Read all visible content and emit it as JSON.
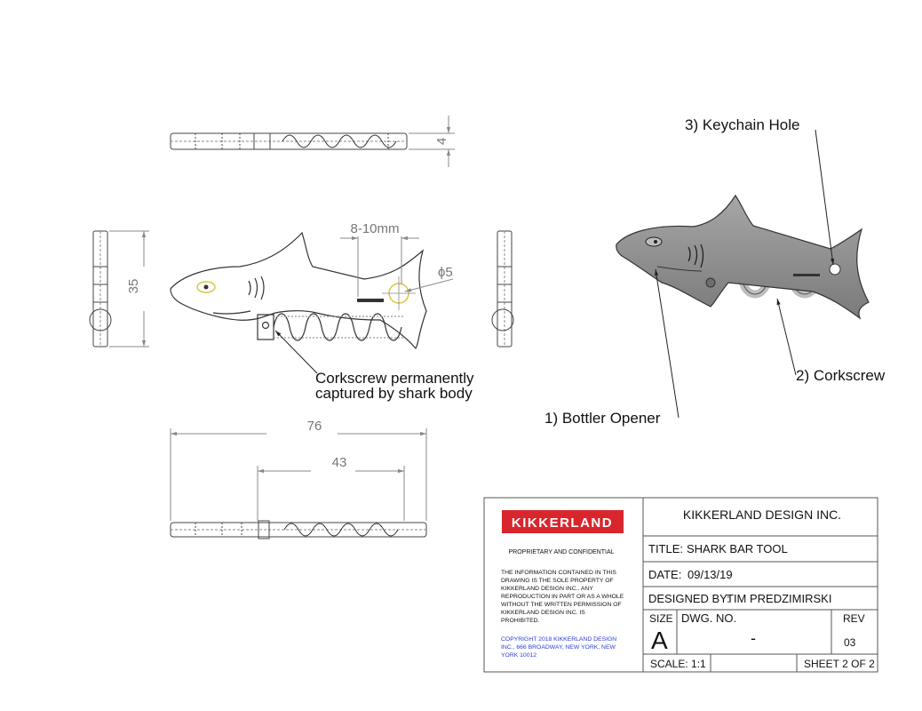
{
  "dimensions": {
    "thickness": "4",
    "height": "35",
    "coil_gap": "8-10mm",
    "hole_diameter": "ϕ5",
    "overall_length": "76",
    "corkscrew_length": "43"
  },
  "notes": {
    "captured_line1": "Corkscrew permanently",
    "captured_line2": "captured by shark body"
  },
  "callouts": {
    "keychain": "3) Keychain Hole",
    "corkscrew": "2) Corkscrew",
    "opener": "1) Bottler Opener"
  },
  "title_block": {
    "logo": "KIKKERLAND",
    "company": "KIKKERLAND DESIGN INC.",
    "proprietary": "PROPRIETARY AND CONFIDENTIAL",
    "disclaimer": [
      "THE INFORMATION CONTAINED IN THIS",
      "DRAWING IS THE SOLE PROPERTY OF",
      "KIKKERLAND DESIGN INC.. ANY",
      "REPRODUCTION IN PART OR AS A WHOLE",
      "WITHOUT THE WRITTEN PERMISSION OF",
      "KIKKERLAND DESIGN INC. IS",
      "PROHIBITED."
    ],
    "copyright": [
      "COPYRIGHT 2018 KIKKERLAND DESIGN",
      "INC., 666 BROADWAY, NEW YORK, NEW",
      "YORK 10012"
    ],
    "title_label": "TITLE:",
    "title_value": "SHARK BAR TOOL",
    "date_label": "DATE:",
    "date_value": "09/13/19",
    "designer_label": "DESIGNED BY:",
    "designer_value": "TIM PREDZIMIRSKI",
    "size_label": "SIZE",
    "size_value": "A",
    "dwg_label": "DWG.  NO.",
    "dwg_value": "-",
    "rev_label": "REV",
    "rev_value": "03",
    "scale": "SCALE: 1:1",
    "sheet": "SHEET 2 OF 2"
  },
  "colors": {
    "line": "#333333",
    "dimension": "#888888",
    "shark_fill": "#8f8f8f",
    "logo_red": "#d8262c",
    "eye_yellow": "#d8c640",
    "copyright_blue": "#2a3fd0"
  }
}
